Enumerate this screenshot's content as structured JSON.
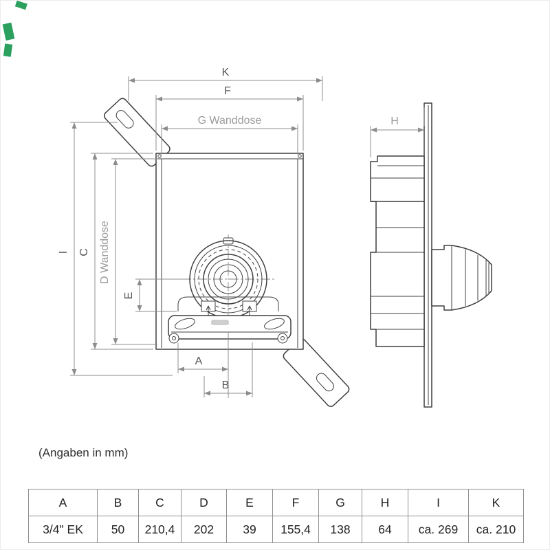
{
  "colors": {
    "part_line": "#3f3f3f",
    "dimension_line": "#8c8c8c",
    "dimension_text": "#555555",
    "gray_dimension_text": "#9b9b9b",
    "artifact_green": "#2ba05f",
    "table_border": "#8f8f8f"
  },
  "drawing": {
    "note": "(Angaben in mm)",
    "labels": {
      "K": "K",
      "F": "F",
      "G": "G Wanddose",
      "I": "I",
      "C": "C",
      "D": "D Wanddose",
      "E": "E",
      "A": "A",
      "B": "B",
      "H": "H"
    }
  },
  "table": {
    "columns": [
      "A",
      "B",
      "C",
      "D",
      "E",
      "F",
      "G",
      "H",
      "I",
      "K"
    ],
    "values": [
      "3/4\" EK",
      "50",
      "210,4",
      "202",
      "39",
      "155,4",
      "138",
      "64",
      "ca. 269",
      "ca. 210"
    ]
  }
}
